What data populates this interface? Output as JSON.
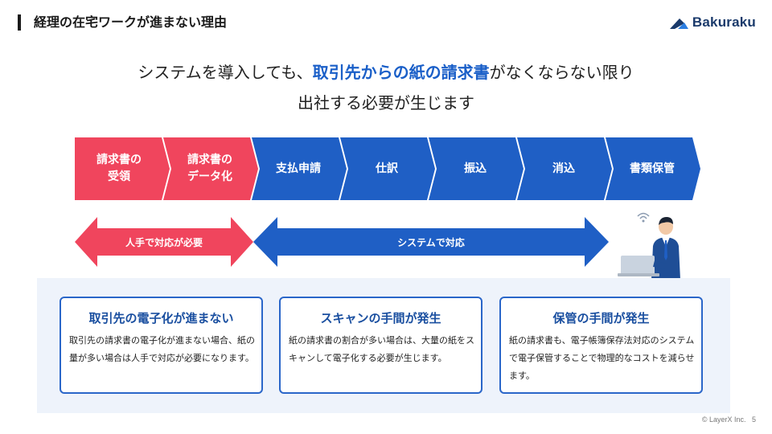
{
  "header": {
    "title": "経理の在宅ワークが進まない理由",
    "logo_text": "Bakuraku"
  },
  "headline": {
    "line1_pre": "システムを導入しても、",
    "line1_highlight": "取引先からの紙の請求書",
    "line1_post": "がなくならない限り",
    "line2": "出社する必要が生じます"
  },
  "flow": {
    "steps": [
      {
        "label": "請求書の\n受領",
        "color": "#f0455d"
      },
      {
        "label": "請求書の\nデータ化",
        "color": "#f0455d"
      },
      {
        "label": "支払申請",
        "color": "#1f5fc5"
      },
      {
        "label": "仕訳",
        "color": "#1f5fc5"
      },
      {
        "label": "振込",
        "color": "#1f5fc5"
      },
      {
        "label": "消込",
        "color": "#1f5fc5"
      },
      {
        "label": "書類保管",
        "color": "#1f5fc5"
      }
    ]
  },
  "ranges": {
    "manual": {
      "label": "人手で対応が必要",
      "color": "#f0455d"
    },
    "system": {
      "label": "システムで対応",
      "color": "#1f5fc5"
    }
  },
  "cards": [
    {
      "title": "取引先の電子化が進まない",
      "body": "取引先の請求書の電子化が進まない場合、紙の量が多い場合は人手で対応が必要になります。"
    },
    {
      "title": "スキャンの手間が発生",
      "body": "紙の請求書の割合が多い場合は、大量の紙をスキャンして電子化する必要が生じます。"
    },
    {
      "title": "保管の手間が発生",
      "body": "紙の請求書も、電子帳簿保存法対応のシステムで電子保管することで物理的なコストを減らせます。"
    }
  ],
  "footer": {
    "copyright": "© LayerX Inc.",
    "page_number": "5"
  },
  "colors": {
    "accent_red": "#f0455d",
    "accent_blue": "#1f5fc5",
    "panel_bg": "#eef3fb"
  },
  "icons": {
    "logo": "bakuraku-logo-icon",
    "person": "person-at-laptop-icon"
  }
}
